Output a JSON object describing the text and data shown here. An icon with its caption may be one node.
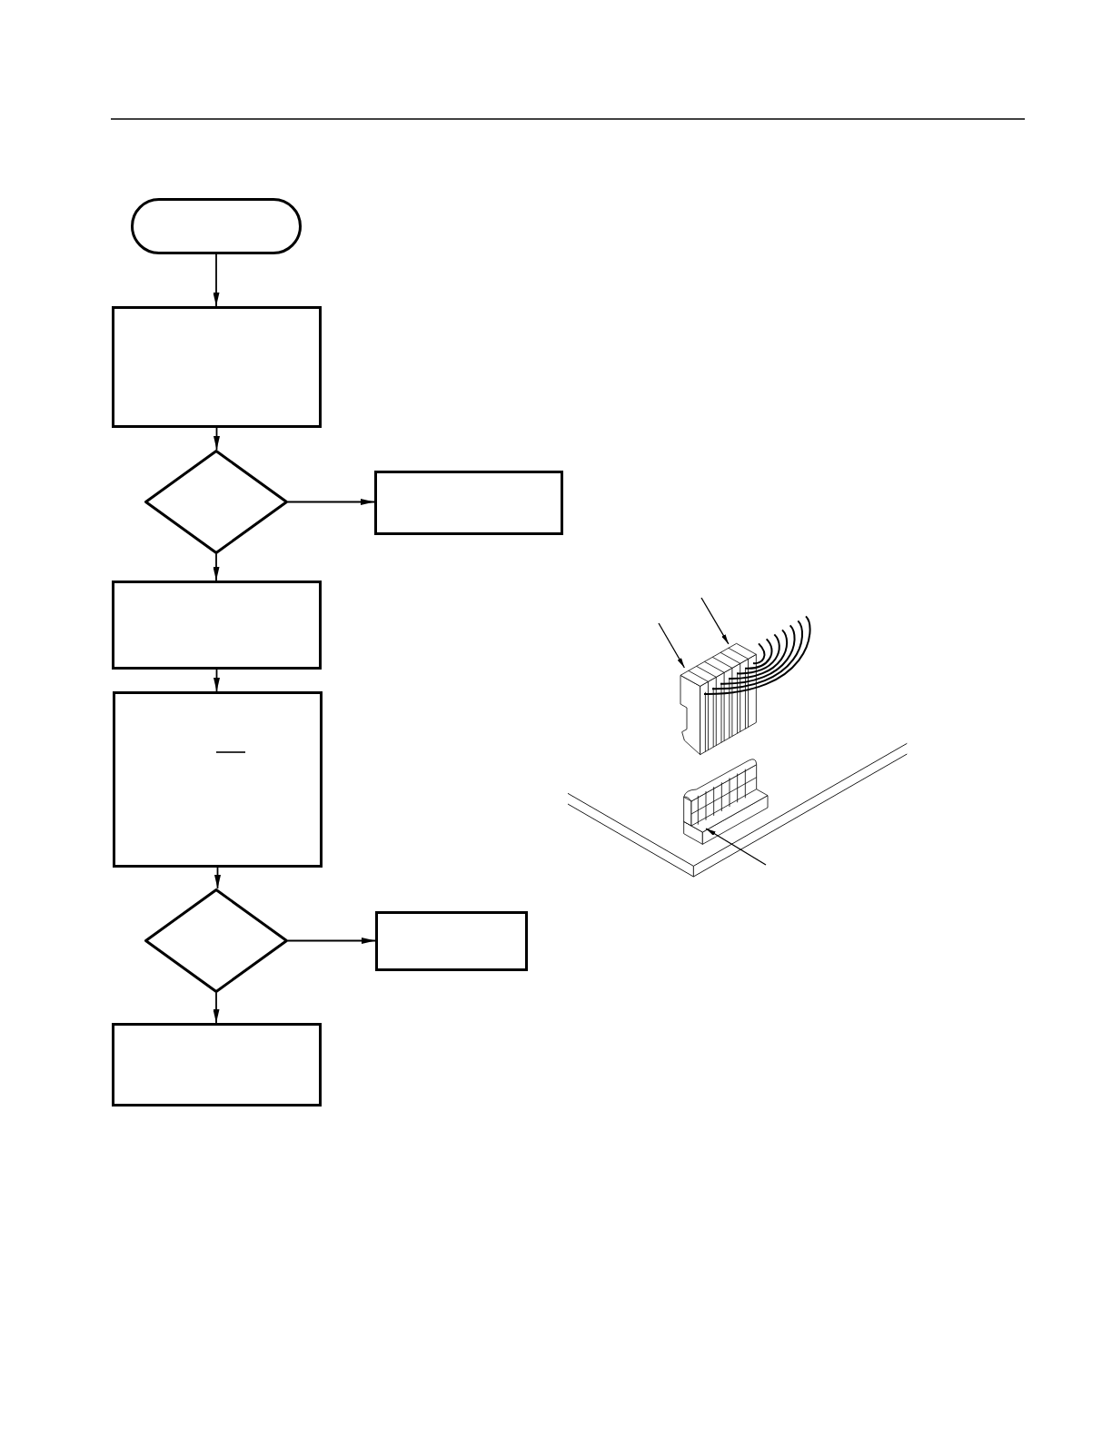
{
  "diagram": {
    "nodes": [
      {
        "text": [],
        "shape": "oval"
      },
      {
        "text": [],
        "shape": "box"
      },
      {
        "text": [],
        "shape": "diamond"
      },
      {
        "text": [],
        "shape": "box"
      },
      {
        "text": [],
        "shape": "box"
      },
      {
        "text": [],
        "shape": "box"
      },
      {
        "text": [],
        "shape": "diamond"
      },
      {
        "text": [],
        "shape": "box"
      },
      {
        "text": [],
        "shape": "box"
      },
      {
        "text": [],
        "shape": "picture"
      },
      {
        "text": [],
        "shape": "picture"
      }
    ],
    "edges": [
      {
        "from": 0,
        "to": 1,
        "arrow": "to"
      },
      {
        "from": 1,
        "to": 2,
        "arrow": "to"
      },
      {
        "from": 2,
        "to": 3,
        "arrow": "to"
      },
      {
        "from": 2,
        "to": 4,
        "arrow": "to"
      },
      {
        "from": 4,
        "to": 5,
        "arrow": "to"
      },
      {
        "from": 5,
        "to": 6,
        "arrow": "to"
      },
      {
        "from": 6,
        "to": 7,
        "arrow": "to"
      },
      {
        "from": 6,
        "to": 8,
        "arrow": "to"
      },
      {
        "from": null,
        "to": 9,
        "arrow": "to"
      },
      {
        "from": null,
        "to": 9,
        "arrow": "to"
      },
      {
        "from": null,
        "to": 10,
        "arrow": "to"
      }
    ]
  }
}
